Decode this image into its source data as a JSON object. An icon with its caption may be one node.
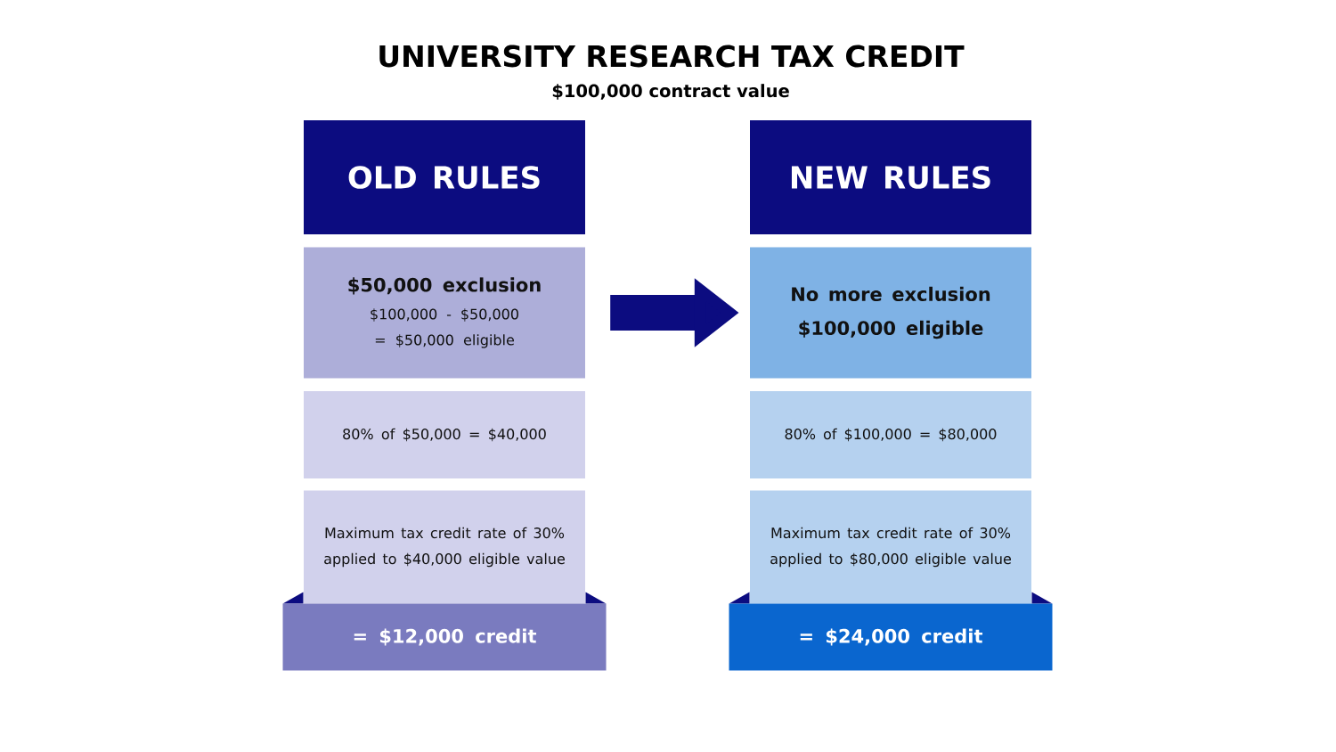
{
  "diagram": {
    "title": "UNIVERSITY RESEARCH TAX CREDIT",
    "nodes": [
      {
        "text": [
          "OLD RULES"
        ]
      },
      {
        "text": [
          "$50,000 exclusion",
          "$100,000 - $50,000 = $50,000 eligible"
        ]
      },
      {
        "text": [
          "80% of $50,000 = $40,000"
        ]
      },
      {
        "text": [
          "Maximum tax credit rate of 30% applied to $40,000 eligible value"
        ]
      },
      {
        "text": [
          "= $12,000 credit"
        ]
      },
      {
        "text": [
          "NEW RULES"
        ]
      },
      {
        "text": [
          "No more exclusion",
          "$100,000 eligible"
        ]
      },
      {
        "text": [
          "80% of $100,000 = $80,000"
        ]
      },
      {
        "text": [
          "Maximum tax credit rate of 30% applied to $80,000 eligible value"
        ]
      },
      {
        "text": [
          "= $24,000 credit"
        ]
      }
    ],
    "edges": [
      {
        "from": 1,
        "to": 6,
        "arrow": "to"
      }
    ],
    "labels": [
      "$100,000 contract value"
    ]
  }
}
